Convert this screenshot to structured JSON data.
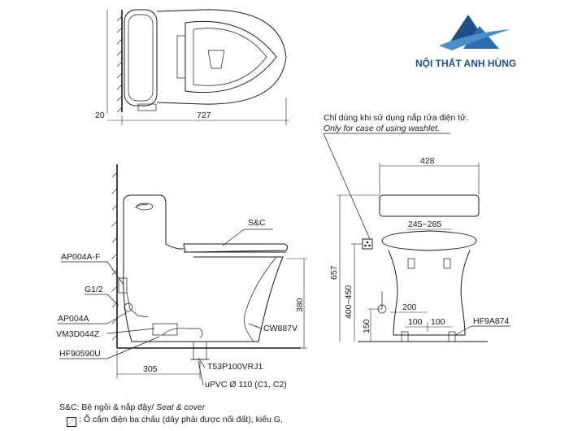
{
  "brand": {
    "name": "NỘI THẤT ANH HÙNG",
    "logo": "triangle-logo",
    "color": "#1f4f86"
  },
  "top_view": {
    "dim_wall_gap": "20",
    "dim_length": "727"
  },
  "note": {
    "vi": "Chỉ dùng khi sử dụng nắp rửa điện tử.",
    "en": "Only for case of using washlet."
  },
  "side_view": {
    "labels": [
      "AP004A-F",
      "G1/2",
      "AP004A",
      "VM3D044Z",
      "HF90590U"
    ],
    "seat_label": "S&C",
    "bowl_label": "CW887V",
    "pipe_label": "T53P100VRJ1",
    "outlet_label": "uPVC Ø 110 (C1, C2)",
    "dim_rough_in": "305",
    "dim_bowl_height": "380"
  },
  "front_view": {
    "dim_width": "428",
    "dim_range": "245~285",
    "dim_height": "657",
    "dim_inlet": "400~450",
    "dim_200": "200",
    "dim_100a": "100",
    "dim_100b": "100",
    "dim_150": "150",
    "part_label": "HF9A874"
  },
  "legend": {
    "seat_vi": "S&C: Bệ ngồi & nắp đậy/",
    "seat_en": " Seat & cover",
    "socket_icon": "socket-icon",
    "socket_vi": ": Ổ cắm điện ba chấu (dây phải được nối đất), kiểu G,"
  }
}
